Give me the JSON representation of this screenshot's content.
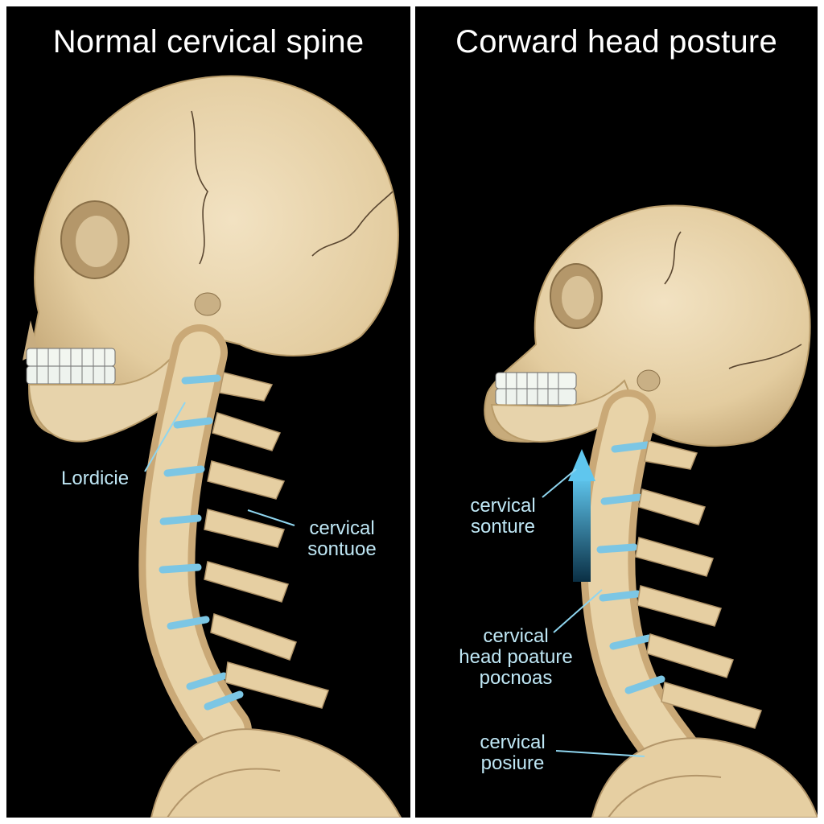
{
  "panels": {
    "left": {
      "title": "Normal cervical spine",
      "labels": {
        "lordosis": "Lordicie",
        "cervical_line1": "cervical",
        "cervical_line2": "sontuoe"
      }
    },
    "right": {
      "title": "Corward head posture",
      "labels": {
        "top_line1": "cervical",
        "top_line2": "sonture",
        "mid_line1": "cervical",
        "mid_line2": "head poature",
        "mid_line3": "pocnoas",
        "bottom_line1": "cervical",
        "bottom_line2": "posiure"
      }
    }
  },
  "colors": {
    "bone": "#ecd9b4",
    "bone_shade": "#c9b085",
    "disc": "#7cc6e4",
    "label": "#bfe7f5",
    "arrow": "#5fc6ee",
    "background": "#000000"
  }
}
